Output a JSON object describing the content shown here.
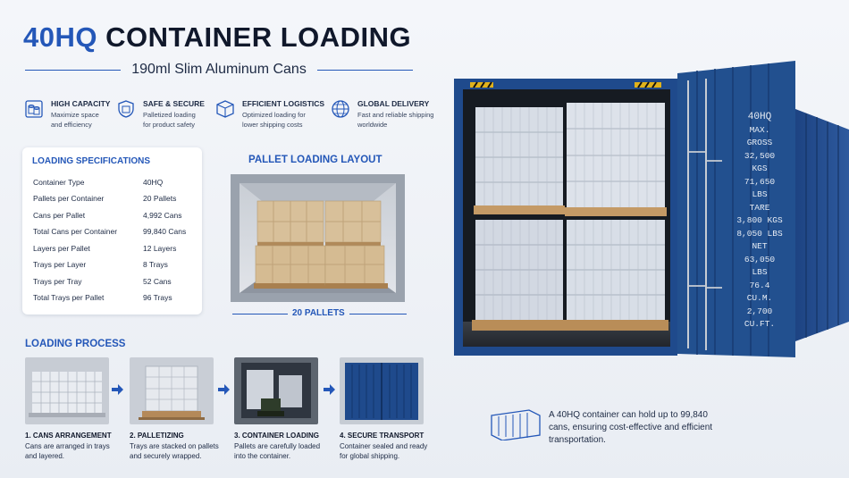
{
  "header": {
    "title_accent": "40HQ",
    "title_rest": "CONTAINER LOADING",
    "subtitle": "190ml Slim Aluminum Cans"
  },
  "features": [
    {
      "icon": "cans-icon",
      "title": "HIGH CAPACITY",
      "line1": "Maximize space",
      "line2": "and efficiency"
    },
    {
      "icon": "shield-icon",
      "title": "SAFE & SECURE",
      "line1": "Palletized loading",
      "line2": "for product safety"
    },
    {
      "icon": "box-icon",
      "title": "EFFICIENT LOGISTICS",
      "line1": "Optimized loading for",
      "line2": "lower shipping costs"
    },
    {
      "icon": "globe-icon",
      "title": "GLOBAL DELIVERY",
      "line1": "Fast and reliable shipping",
      "line2": "worldwide"
    }
  ],
  "specs": {
    "heading": "LOADING SPECIFICATIONS",
    "rows": [
      {
        "label": "Container Type",
        "value": "40HQ"
      },
      {
        "label": "Pallets per Container",
        "value": "20 Pallets"
      },
      {
        "label": "Cans per Pallet",
        "value": "4,992 Cans"
      },
      {
        "label": "Total Cans per Container",
        "value": "99,840 Cans"
      },
      {
        "label": "Layers per Pallet",
        "value": "12 Layers"
      },
      {
        "label": "Trays per Layer",
        "value": "8 Trays"
      },
      {
        "label": "Trays per Tray",
        "value": "52 Cans"
      },
      {
        "label": "Total Trays per Pallet",
        "value": "96 Trays"
      }
    ]
  },
  "pallet_layout": {
    "heading": "PALLET LOADING LAYOUT",
    "dimension_label": "20 PALLETS"
  },
  "process": {
    "heading": "LOADING PROCESS",
    "steps": [
      {
        "title": "1. CANS ARRANGEMENT",
        "line1": "Cans are arranged in trays",
        "line2": "and layered."
      },
      {
        "title": "2. PALLETIZING",
        "line1": "Trays are stacked on pallets",
        "line2": "and securely wrapped."
      },
      {
        "title": "3. CONTAINER LOADING",
        "line1": "Pallets are carefully loaded",
        "line2": "into the container."
      },
      {
        "title": "4. SECURE TRANSPORT",
        "line1": "Container sealed and ready",
        "line2": "for global shipping."
      }
    ]
  },
  "container_markings": [
    "40HQ",
    "MAX. GROSS",
    "32,500 KGS",
    "71,650 LBS",
    "TARE",
    "3,800 KGS",
    "8,050 LBS",
    "NET",
    "63,050 LBS",
    "76.4 CU.M.",
    "2,700 CU.FT."
  ],
  "note": "A 40HQ container can hold up to 99,840 cans, ensuring cost-effective and efficient transportation.",
  "colors": {
    "accent_blue": "#2457b8",
    "container_blue": "#1f4a8c",
    "dark_text": "#10182b",
    "pallet_wood": "#c9a57a"
  }
}
